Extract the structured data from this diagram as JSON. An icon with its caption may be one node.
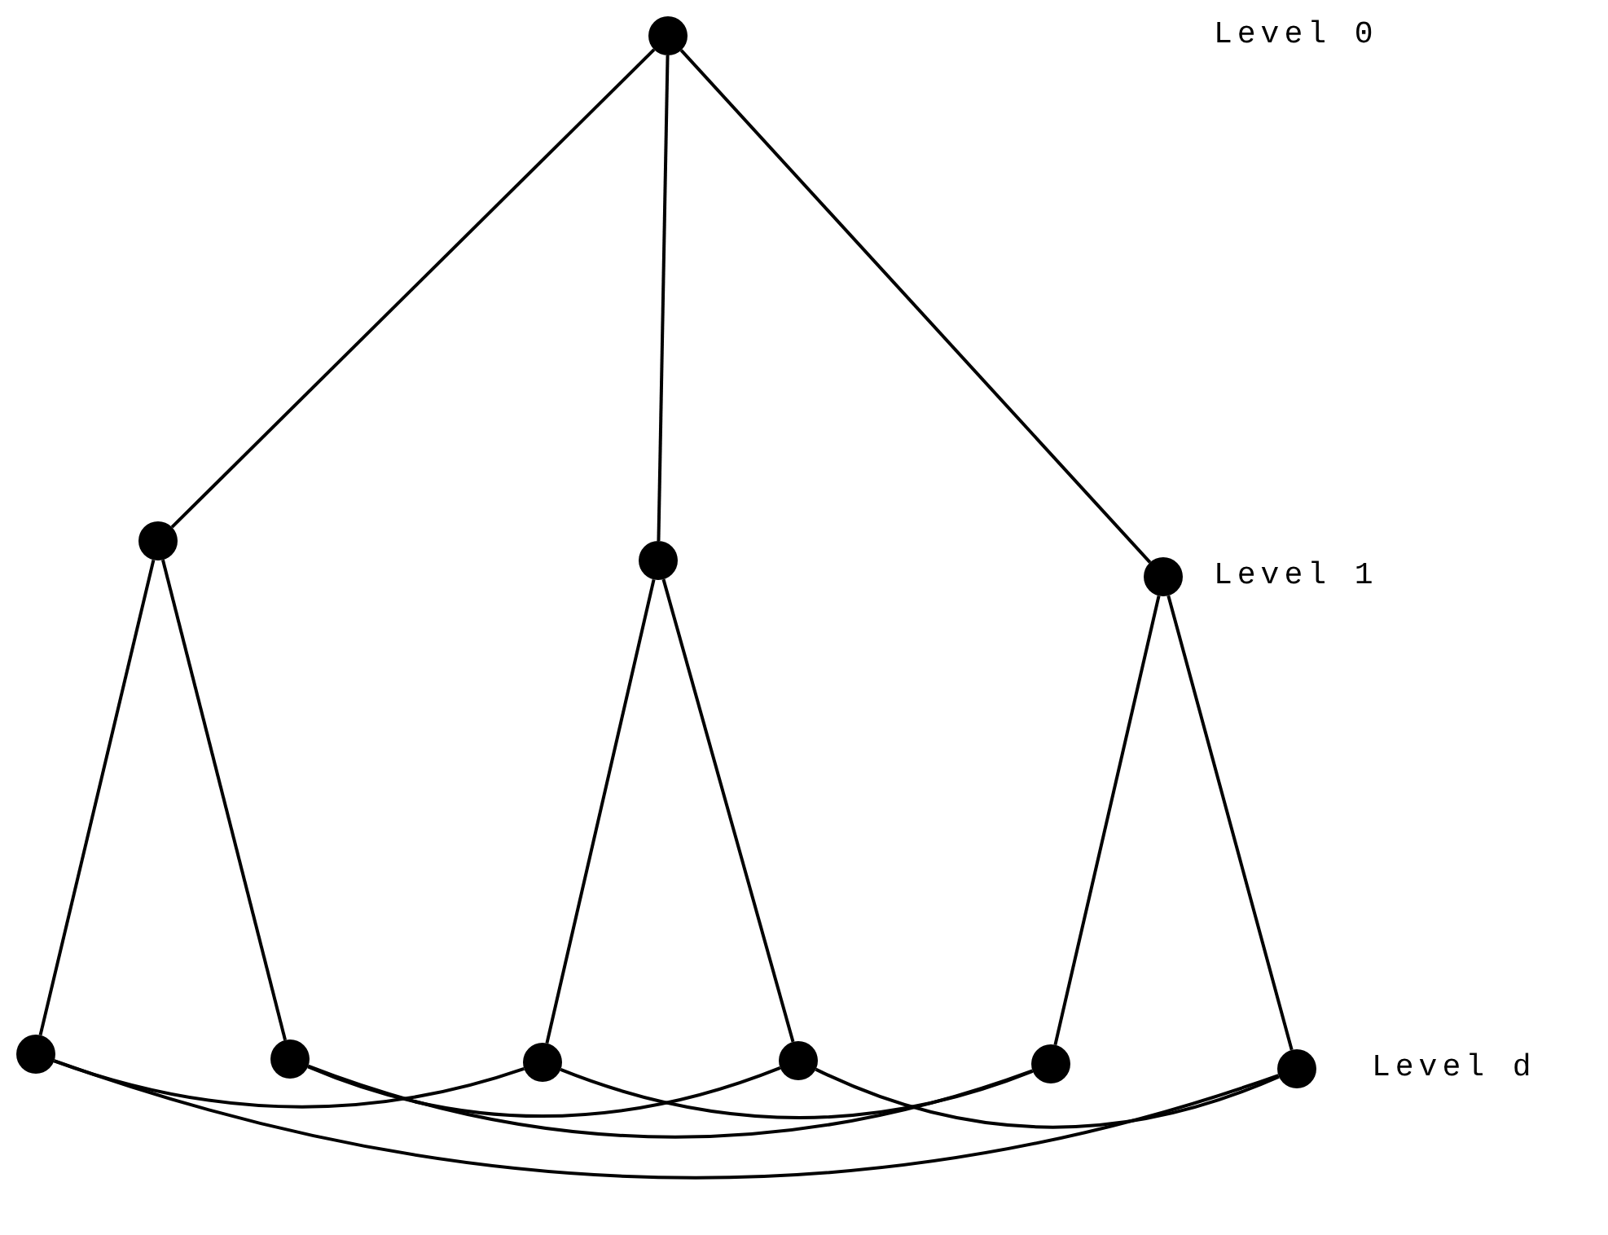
{
  "diagram": {
    "nodes": [
      {
        "text": [],
        "shape": "circle"
      },
      {
        "text": [],
        "shape": "circle"
      },
      {
        "text": [],
        "shape": "circle"
      },
      {
        "text": [],
        "shape": "circle"
      },
      {
        "text": [],
        "shape": "circle"
      },
      {
        "text": [],
        "shape": "circle"
      },
      {
        "text": [],
        "shape": "circle"
      },
      {
        "text": [],
        "shape": "circle"
      },
      {
        "text": [],
        "shape": "circle"
      },
      {
        "text": [],
        "shape": "circle"
      }
    ],
    "edges": [
      {
        "from": 0,
        "to": 1,
        "arrow": "none"
      },
      {
        "from": 0,
        "to": 2,
        "arrow": "none"
      },
      {
        "from": 0,
        "to": 3,
        "arrow": "none"
      },
      {
        "from": 1,
        "to": 4,
        "arrow": "none"
      },
      {
        "from": 1,
        "to": 5,
        "arrow": "none"
      },
      {
        "from": 2,
        "to": 6,
        "arrow": "none"
      },
      {
        "from": 2,
        "to": 7,
        "arrow": "none"
      },
      {
        "from": 3,
        "to": 8,
        "arrow": "none"
      },
      {
        "from": 3,
        "to": 9,
        "arrow": "none"
      },
      {
        "from": 4,
        "to": 6,
        "arrow": "none"
      },
      {
        "from": 4,
        "to": 9,
        "arrow": "none"
      },
      {
        "from": 5,
        "to": 7,
        "arrow": "none"
      },
      {
        "from": 5,
        "to": 8,
        "arrow": "none"
      },
      {
        "from": 6,
        "to": 8,
        "arrow": "none"
      },
      {
        "from": 7,
        "to": 9,
        "arrow": "none"
      }
    ],
    "labels": [
      "Level 0",
      "Level 1",
      "Level d"
    ]
  }
}
